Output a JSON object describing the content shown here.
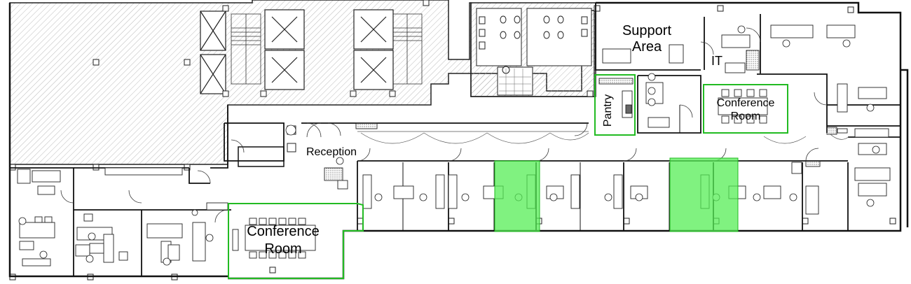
{
  "labels": {
    "support_area_line1": "Support",
    "support_area_line2": "Area",
    "it_room": "IT",
    "pantry": "Pantry",
    "conference_room_east_line1": "Conference",
    "conference_room_east_line2": "Room",
    "reception": "Reception",
    "conference_room_west_line1": "Conference",
    "conference_room_west_line2": "Room"
  },
  "colors": {
    "wall": "#111111",
    "hatch": "#9a9a9a",
    "highlight_outline": "#22bb22",
    "highlight_fill": "#55ee55"
  }
}
